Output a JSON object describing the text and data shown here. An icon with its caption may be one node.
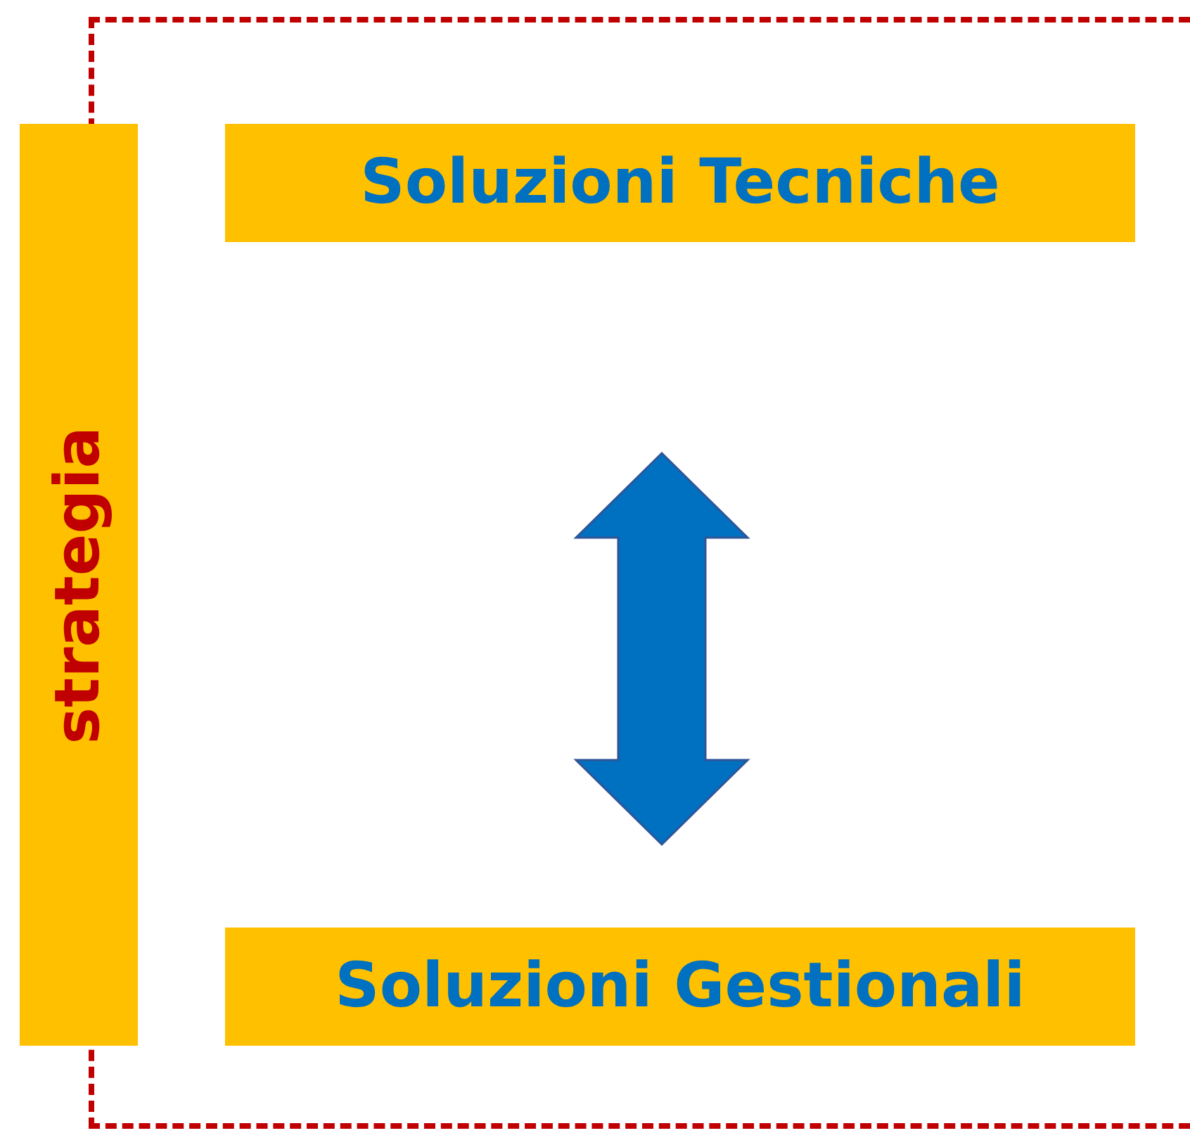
{
  "diagram": {
    "nodes": [
      {
        "text": [
          "strategia"
        ]
      },
      {
        "text": [
          "Soluzioni Tecniche"
        ]
      },
      {
        "text": [
          "Soluzioni Gestionali"
        ]
      }
    ],
    "edges": [
      {
        "from": 1,
        "to": 2,
        "arrow": "both",
        "style": "thick",
        "color": "#0070c0"
      }
    ]
  }
}
